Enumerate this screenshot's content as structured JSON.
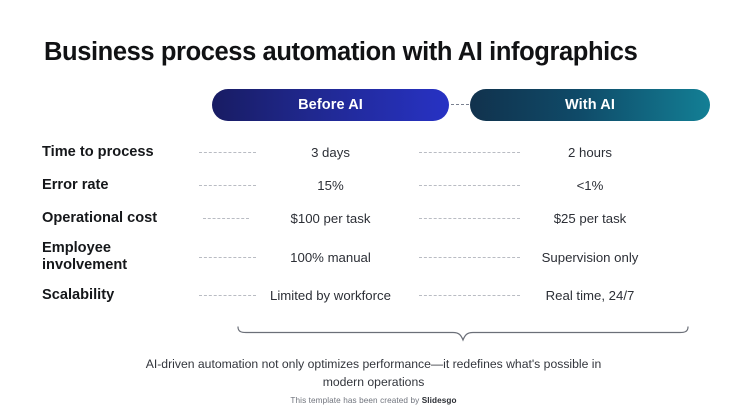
{
  "title": "Business process automation with AI infographics",
  "columns": {
    "before": {
      "label": "Before AI",
      "gradient_from": "#181c63",
      "gradient_to": "#2732c4"
    },
    "with": {
      "label": "With AI",
      "gradient_from": "#11324d",
      "gradient_to": "#137f95"
    }
  },
  "rows": [
    {
      "label": "Time to process",
      "before": "3 days",
      "with": "2 hours"
    },
    {
      "label": "Error rate",
      "before": "15%",
      "with": "<1%"
    },
    {
      "label": "Operational cost",
      "before": "$100 per task",
      "with": "$25 per task"
    },
    {
      "label": "Employee involvement",
      "before": "100% manual",
      "with": "Supervision only"
    },
    {
      "label": "Scalability",
      "before": "Limited by workforce",
      "with": "Real time, 24/7"
    }
  ],
  "caption": "AI-driven automation not only optimizes performance—it redefines what's possible in modern operations",
  "credit": {
    "text": "This template has been created by ",
    "brand": "Slidesgo"
  },
  "colors": {
    "background": "#ffffff",
    "title": "#111214",
    "label": "#15171a",
    "value": "#2c2f36",
    "dotted": "#b9bcc3",
    "brace": "#6b6f78"
  }
}
